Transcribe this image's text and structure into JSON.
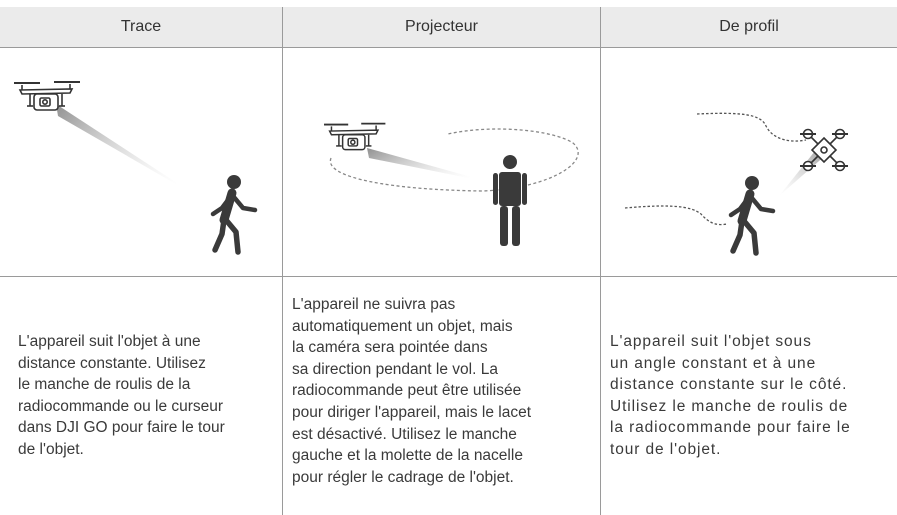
{
  "columns": [
    {
      "header": "Trace",
      "icons": [
        "drone-icon",
        "camera-beam-icon",
        "walking-person-icon"
      ],
      "description": "L'appareil suit l'objet à une\ndistance constante. Utilisez\nle manche de roulis de la\nradiocommande ou le curseur\ndans DJI GO pour faire le tour\nde l'objet."
    },
    {
      "header": "Projecteur",
      "icons": [
        "drone-icon",
        "camera-beam-icon",
        "flight-path-loop-icon",
        "standing-person-icon"
      ],
      "description": "L'appareil ne suivra pas\nautomatiquement un objet, mais\nla caméra sera pointée dans\nsa direction pendant le vol. La\nradiocommande peut être utilisée\npour diriger l'appareil, mais le lacet\nest désactivé. Utilisez le manche\ngauche et la molette de la nacelle\npour régler le cadrage de l'objet."
    },
    {
      "header": "De profil",
      "icons": [
        "drone-top-view-icon",
        "camera-beam-icon",
        "flight-path-dotted-icon",
        "walking-person-icon"
      ],
      "description": "L'appareil suit l'objet sous\nun angle constant et à une\ndistance constante sur le côté.\nUtilisez le manche de roulis de\nla radiocommande pour faire le\ntour de l'objet."
    }
  ],
  "colors": {
    "header_bg": "#ebebeb",
    "divider": "#9a9a9a",
    "illustration": "#333333"
  }
}
